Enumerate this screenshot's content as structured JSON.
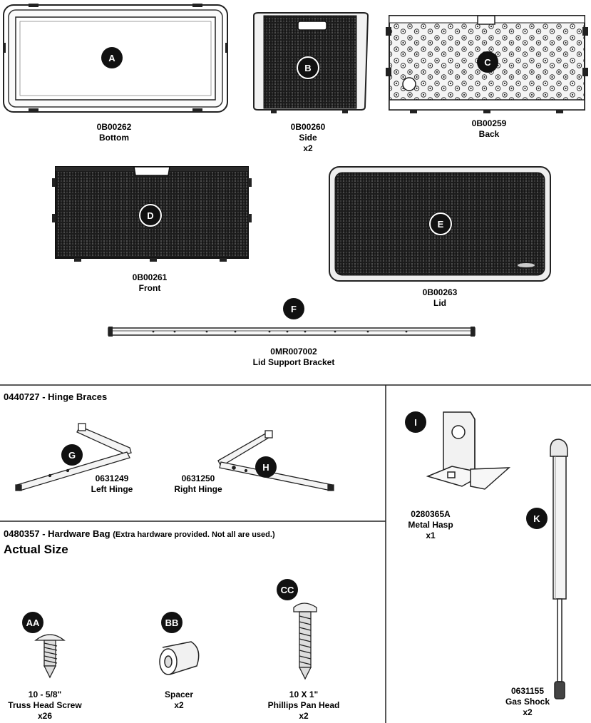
{
  "parts": {
    "A": {
      "badge": "A",
      "code": "0B00262",
      "name": "Bottom",
      "qty": ""
    },
    "B": {
      "badge": "B",
      "code": "0B00260",
      "name": "Side",
      "qty": "x2"
    },
    "C": {
      "badge": "C",
      "code": "0B00259",
      "name": "Back",
      "qty": ""
    },
    "D": {
      "badge": "D",
      "code": "0B00261",
      "name": "Front",
      "qty": ""
    },
    "E": {
      "badge": "E",
      "code": "0B00263",
      "name": "Lid",
      "qty": ""
    },
    "F": {
      "badge": "F",
      "code": "0MR007002",
      "name": "Lid Support Bracket",
      "qty": ""
    },
    "G": {
      "badge": "G",
      "code": "0631249",
      "name": "Left Hinge"
    },
    "H": {
      "badge": "H",
      "code": "0631250",
      "name": "Right Hinge"
    },
    "I": {
      "badge": "I",
      "code": "0280365A",
      "name": "Metal Hasp",
      "qty": "x1"
    },
    "K": {
      "badge": "K",
      "code": "0631155",
      "name": "Gas Shock",
      "qty": "x2"
    },
    "AA": {
      "badge": "AA",
      "code": "10 - 5/8\"",
      "name": "Truss Head Screw",
      "qty": "x26"
    },
    "BB": {
      "badge": "BB",
      "code": "Spacer",
      "name": "x2"
    },
    "CC": {
      "badge": "CC",
      "code": "10 X 1\"",
      "name": "Phillips Pan Head",
      "qty": "x2"
    }
  },
  "sections": {
    "hinge_braces": "0440727 - Hinge Braces",
    "hardware_bag": "0480357 - Hardware Bag",
    "hardware_note": "(Extra hardware provided. Not all are used.)",
    "actual_size": "Actual Size"
  },
  "colors": {
    "panel": "#1a1a1a",
    "weave": "#3a3a3a",
    "line": "#222222",
    "badge": "#111111"
  }
}
